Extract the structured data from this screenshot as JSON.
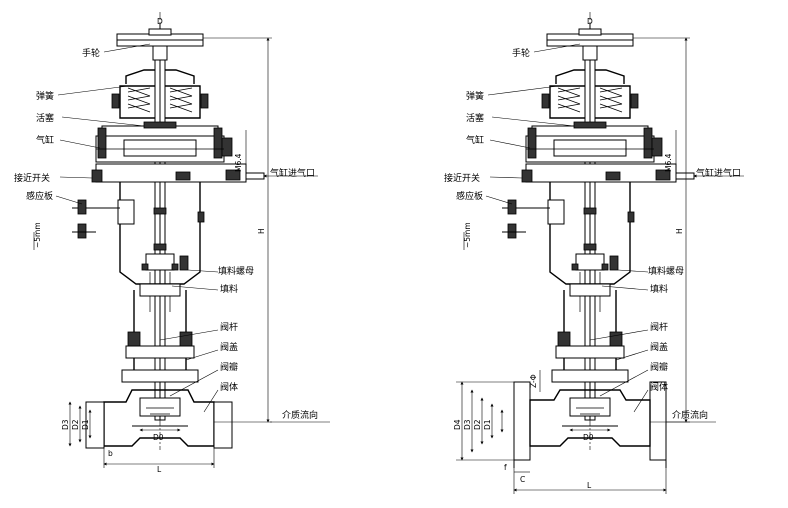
{
  "labels": {
    "handwheel": "手轮",
    "spring": "弹簧",
    "piston": "活塞",
    "cylinder": "气缸",
    "proximity_switch": "接近开关",
    "sensing_plate": "感应板",
    "packing_nut": "填料螺母",
    "packing": "填料",
    "stem": "阀杆",
    "bonnet": "阀盖",
    "disc": "阀瓣",
    "body": "阀体",
    "air_inlet": "气缸进气口",
    "flow_direction": "介质流向"
  },
  "dims": {
    "D": "D",
    "H": "H",
    "L": "L",
    "M6": "M6.4",
    "gap": "~5mm",
    "D0": "D0",
    "D1": "D1",
    "D2": "D2",
    "D3": "D3",
    "D4": "D4",
    "b": "b",
    "f": "f",
    "C": "C",
    "Z": "Z-Φ"
  }
}
